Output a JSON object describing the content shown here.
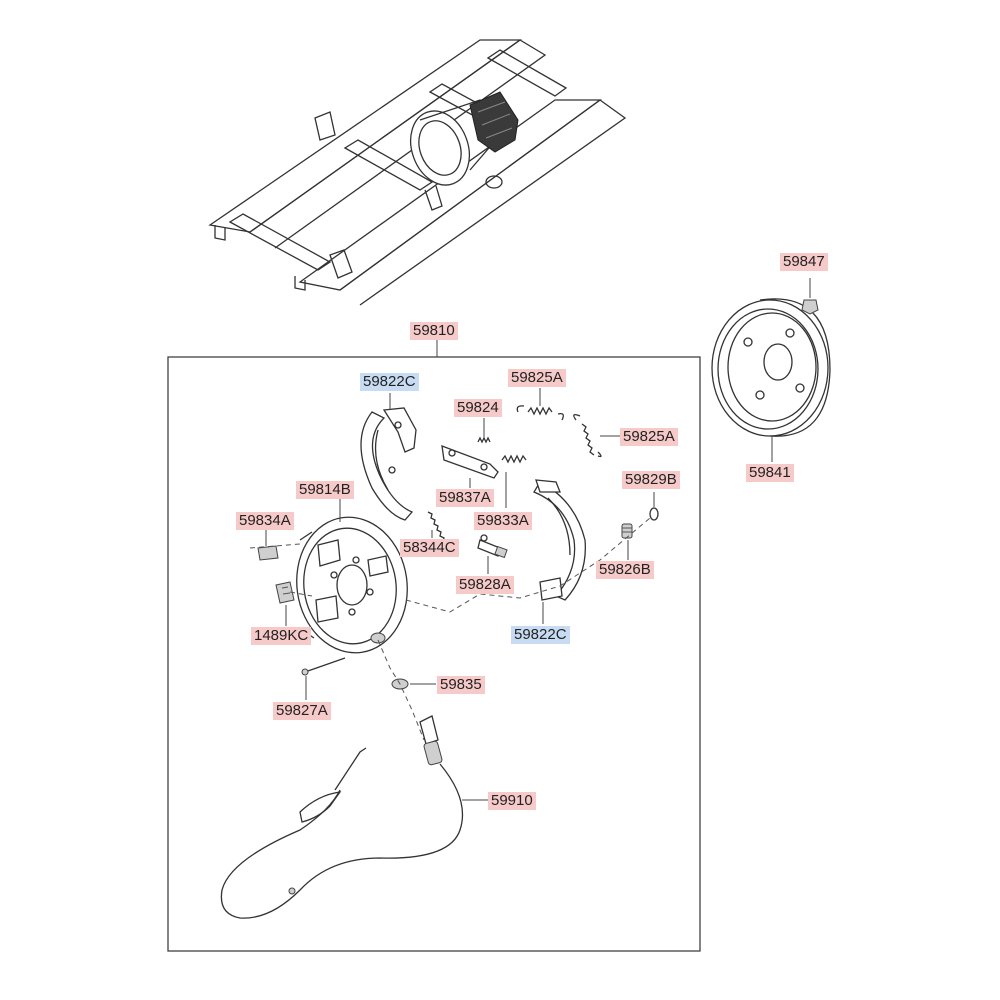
{
  "parts": {
    "p59847": "59847",
    "p59810": "59810",
    "p59822C_top": "59822C",
    "p59825A_top": "59825A",
    "p59824": "59824",
    "p59825A_right": "59825A",
    "p59841": "59841",
    "p59814B": "59814B",
    "p59837A": "59837A",
    "p59829B": "59829B",
    "p59834A": "59834A",
    "p59833A": "59833A",
    "p58344C": "58344C",
    "p59826B": "59826B",
    "p59828A": "59828A",
    "p1489KC": "1489KC",
    "p59822C_bottom": "59822C",
    "p59835": "59835",
    "p59827A": "59827A",
    "p59910": "59910"
  },
  "colors": {
    "label_red": "#f7caca",
    "label_blue": "#c7dcf2"
  }
}
